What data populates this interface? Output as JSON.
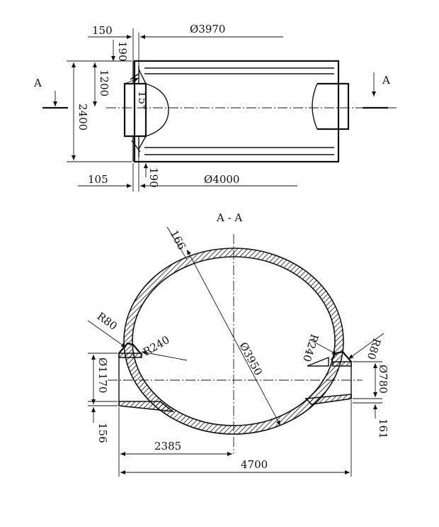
{
  "labels": {
    "section_left": "A",
    "section_right": "A",
    "section_title": "A - A",
    "d3970": "Ø3970",
    "d4000": "Ø4000",
    "d150": "150",
    "d190_top": "190",
    "d1200": "1200",
    "d2400": "2400",
    "d15": "15°",
    "d105": "105",
    "d190_bot": "190",
    "d166": "166",
    "r80_left": "R80",
    "r80_right": "R80",
    "r240_left": "R240",
    "r240_right": "R240",
    "d3950": "Ø3950",
    "d1170": "Ø1170",
    "d780": "Ø780",
    "d156": "156",
    "d161": "161",
    "d2385": "2385",
    "d4700": "4700"
  }
}
